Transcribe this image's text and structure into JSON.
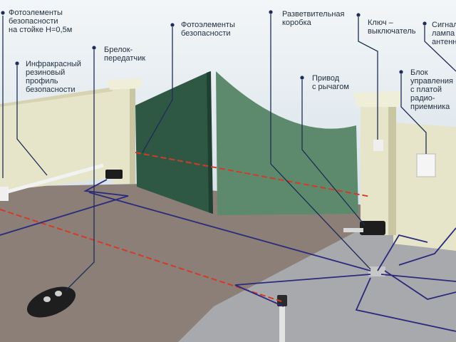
{
  "labels": {
    "photo_post": "Фотоэлементы\nбезопасности\nна стойке H=0,5м",
    "rubber_profile": "Инфракрасный\nрезиновый\nпрофиль\nбезопасности",
    "remote": "Брелок-\nпередатчик",
    "photo_gate": "Фотоэлементы\nбезопасности",
    "junction_box": "Разветвительная\nкоробка",
    "drive": "Привод\nс рычагом",
    "key_switch": "Ключ –\nвыключатель",
    "signal_lamp": "Сигнальная\nлампа с\nантенной",
    "control_unit": "Блок\nуправления\nс платой\nрадио-\nприемника"
  },
  "colors": {
    "ground": "#8c7f78",
    "pavement": "#a7a9ad",
    "wall": "#e6e5c9",
    "gate_left": "#2f5844",
    "gate_right": "#5d8a6c",
    "cable": "#2b2a7c",
    "beam": "#d43a2a",
    "callout": "#1e2d55"
  }
}
